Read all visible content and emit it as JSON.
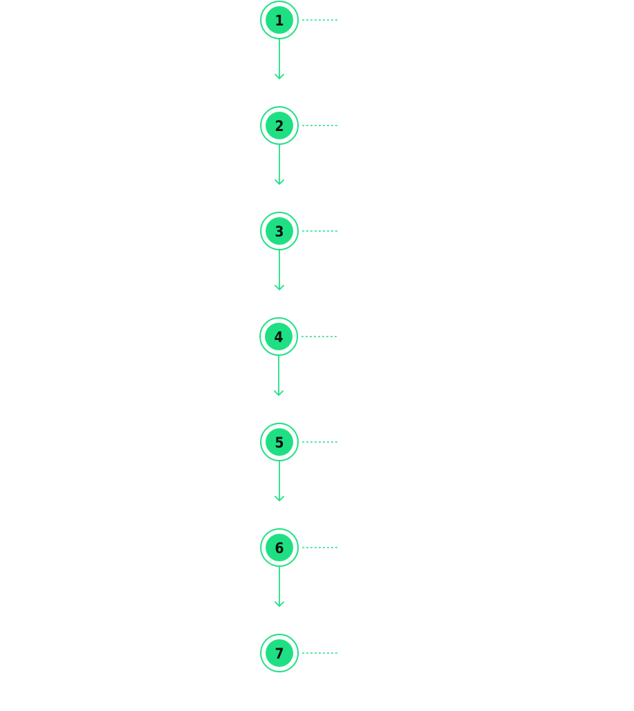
{
  "diagram": {
    "type": "vertical-stepper",
    "accent_color": "#1ee083",
    "text_color": "#111111",
    "steps": [
      {
        "label": "1",
        "connector": "arrow-down-icon",
        "has_dashed_leader": true
      },
      {
        "label": "2",
        "connector": "arrow-down-icon",
        "has_dashed_leader": true
      },
      {
        "label": "3",
        "connector": "arrow-down-icon",
        "has_dashed_leader": true
      },
      {
        "label": "4",
        "connector": "arrow-down-icon",
        "has_dashed_leader": true
      },
      {
        "label": "5",
        "connector": "arrow-down-icon",
        "has_dashed_leader": true
      },
      {
        "label": "6",
        "connector": "arrow-down-icon",
        "has_dashed_leader": true
      },
      {
        "label": "7",
        "connector": null,
        "has_dashed_leader": true
      }
    ]
  }
}
